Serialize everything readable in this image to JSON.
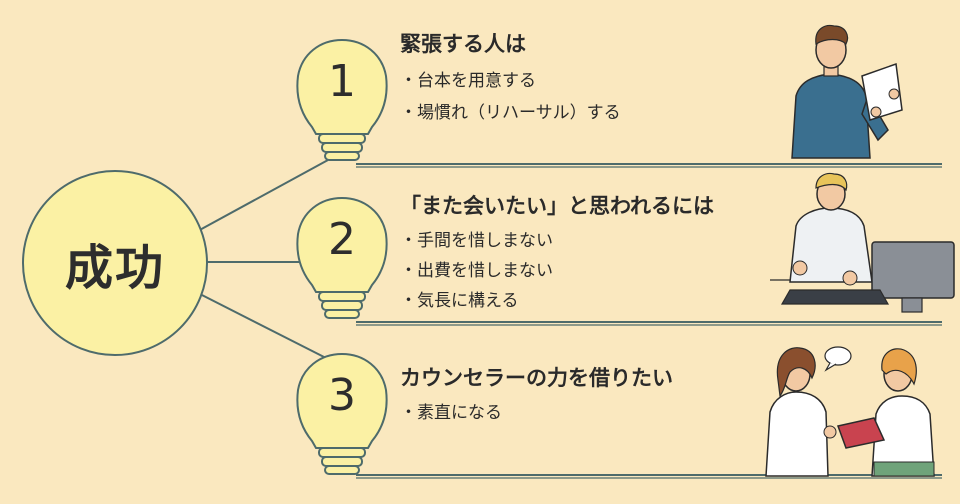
{
  "hub": {
    "label": "成功"
  },
  "branches": [
    {
      "number": "1",
      "title": "緊張する人は",
      "items": [
        "・台本を用意する",
        "・場慣れ（リハーサル）する"
      ]
    },
    {
      "number": "2",
      "title": "「また会いたい」と思われるには",
      "items": [
        "・手間を惜しまない",
        "・出費を惜しまない",
        "・気長に構える"
      ]
    },
    {
      "number": "3",
      "title": "カウンセラーの力を借りたい",
      "items": [
        "・素直になる"
      ]
    }
  ],
  "colors": {
    "background": "#fae8bf",
    "bulb_fill": "#fbf1a4",
    "outline": "#4e6b6b"
  },
  "icons": [
    "lightbulb-icon",
    "person-reading-script-icon",
    "person-typing-at-computer-icon",
    "two-women-consulting-icon",
    "speech-bubble-icon"
  ]
}
